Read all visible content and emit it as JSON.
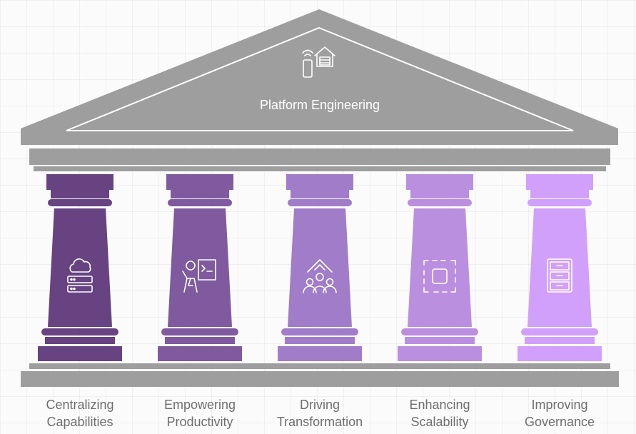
{
  "title": "Platform Engineering",
  "colors": {
    "roof": "#9e9e9e",
    "roof_line": "#ffffff",
    "base": "#9e9e9e",
    "label_text": "#6e6e6e"
  },
  "roof_icon": "smart-home-icon",
  "pillars": [
    {
      "line1": "Centralizing",
      "line2": "Capabilities",
      "color": "#674381",
      "icon": "cloud-server-icon"
    },
    {
      "line1": "Empowering",
      "line2": "Productivity",
      "color": "#7f5a9f",
      "icon": "presenter-icon"
    },
    {
      "line1": "Driving",
      "line2": "Transformation",
      "color": "#a17cc8",
      "icon": "group-growth-icon"
    },
    {
      "line1": "Enhancing",
      "line2": "Scalability",
      "color": "#bb8fe0",
      "icon": "scale-frame-icon"
    },
    {
      "line1": "Improving",
      "line2": "Governance",
      "color": "#d1a0fa",
      "icon": "cabinet-icon"
    }
  ]
}
